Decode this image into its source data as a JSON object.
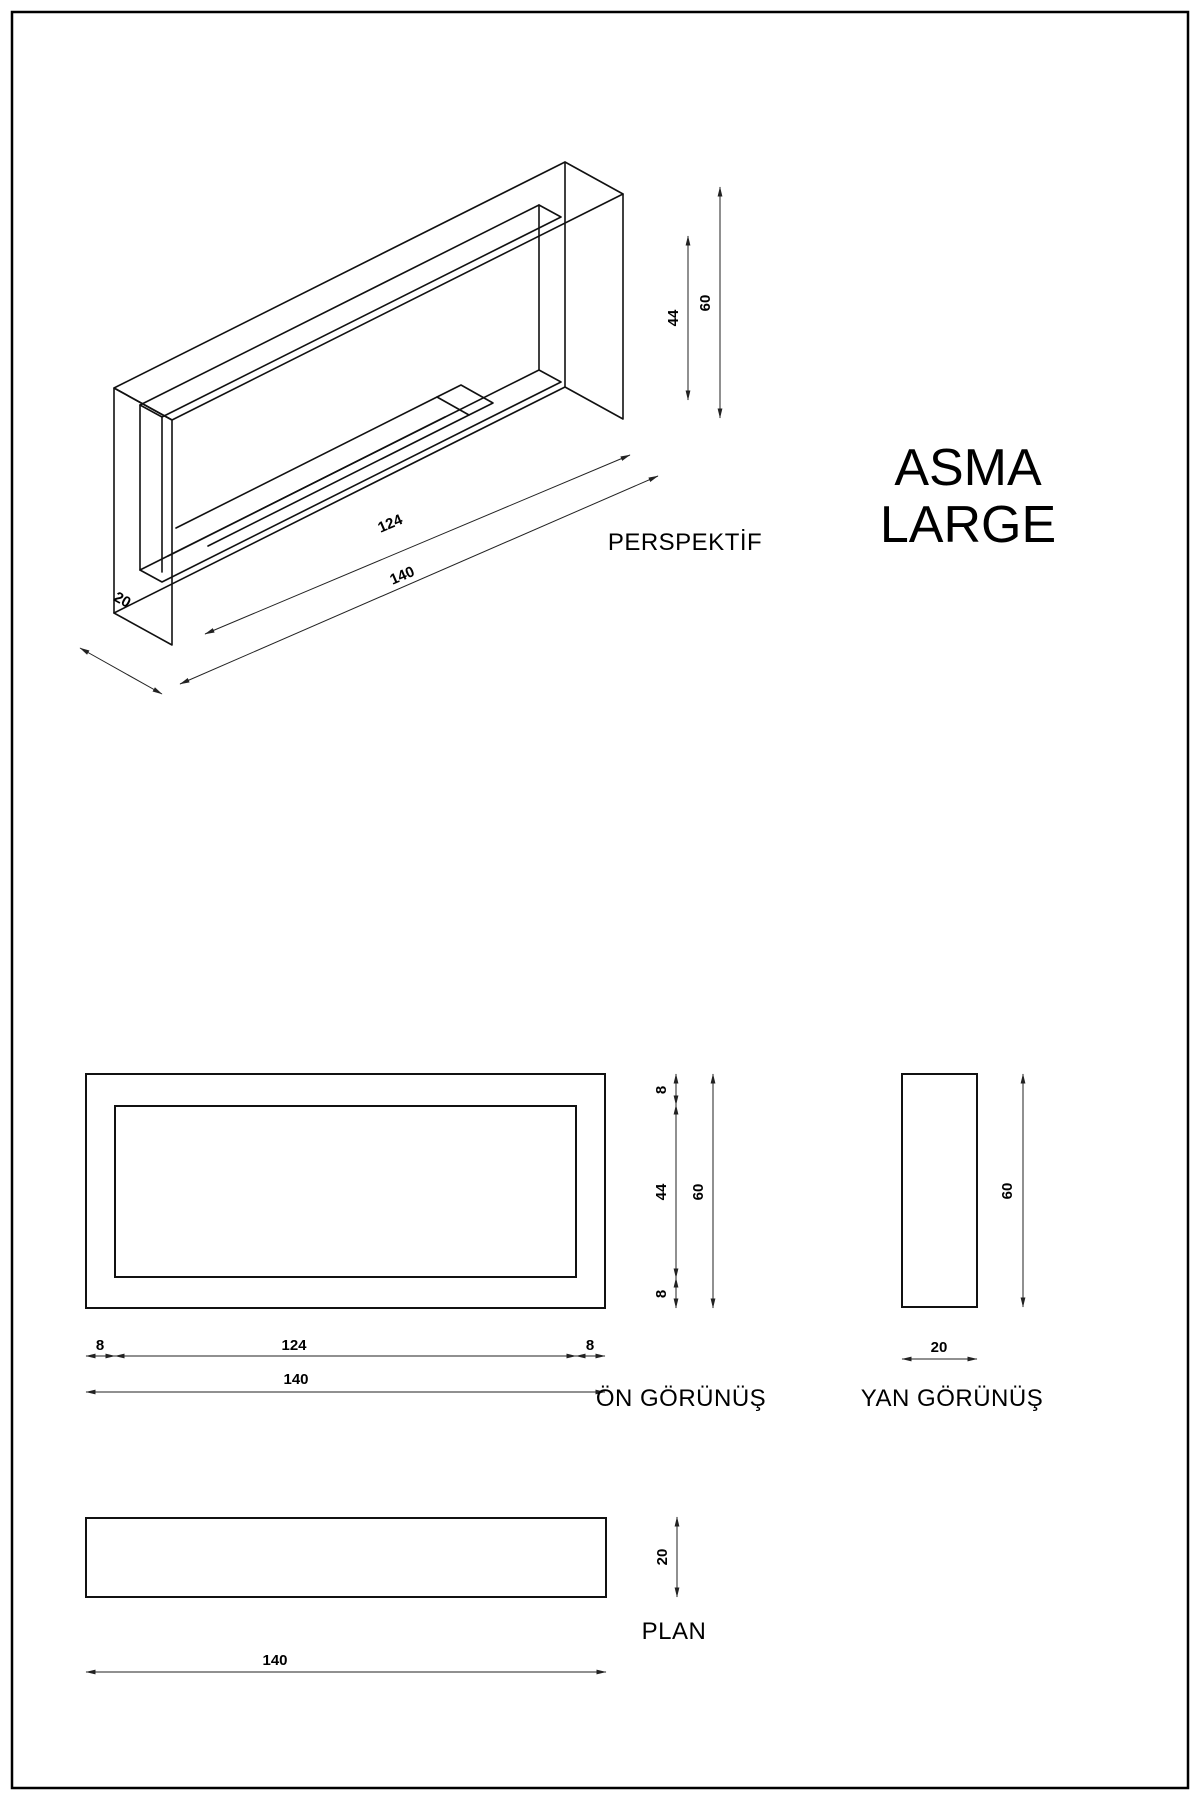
{
  "sheet": {
    "product_title_line1": "ASMA",
    "product_title_line2": "LARGE"
  },
  "views": {
    "perspective": {
      "label": "PERSPEKTİF",
      "dims": {
        "inner_height": "44",
        "outer_height": "60",
        "inner_length": "124",
        "outer_length": "140",
        "depth": "20"
      }
    },
    "front": {
      "label": "ÖN GÖRÜNÜŞ",
      "dims": {
        "right_top_border": "8",
        "right_opening_height": "44",
        "right_bottom_border": "8",
        "right_total_height": "60",
        "bottom_left_border": "8",
        "bottom_opening_length": "124",
        "bottom_right_border": "8",
        "bottom_total_length": "140"
      }
    },
    "side": {
      "label": "YAN GÖRÜNÜŞ",
      "dims": {
        "height": "60",
        "depth": "20"
      }
    },
    "plan": {
      "label": "PLAN",
      "dims": {
        "depth": "20",
        "length": "140"
      }
    }
  },
  "colors": {
    "line": "#111111",
    "background": "#ffffff"
  }
}
